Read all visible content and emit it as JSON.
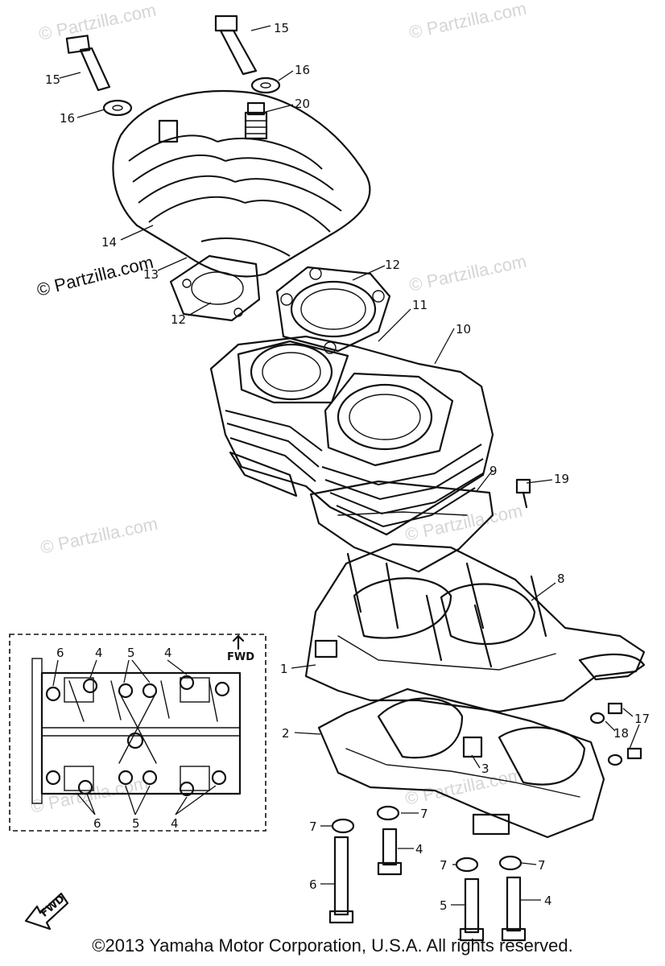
{
  "watermarks": {
    "top_left": "© Partzilla.com",
    "top_right": "© Partzilla.com",
    "mid_left": "© Partzilla.com",
    "mid_right": "© Partzilla.com",
    "lower_left": "© Partzilla.com",
    "lower_right": "© Partzilla.com",
    "bottom_left": "© Partzilla.com",
    "bottom_right": "© Partzilla.com"
  },
  "callouts": {
    "c1": "1",
    "c2": "2",
    "c3": "3",
    "c4a": "4",
    "c4b": "4",
    "c5": "5",
    "c6": "6",
    "c7a": "7",
    "c7b": "7",
    "c7c": "7",
    "c7d": "7",
    "c8": "8",
    "c9": "9",
    "c10": "10",
    "c11": "11",
    "c12a": "12",
    "c12b": "12",
    "c13": "13",
    "c14": "14",
    "c15a": "15",
    "c15b": "15",
    "c16a": "16",
    "c16b": "16",
    "c17": "17",
    "c18": "18",
    "c19": "19",
    "c20": "20"
  },
  "inset": {
    "fwd_label": "FWD",
    "top_labels": [
      "6",
      "4",
      "5",
      "4"
    ],
    "bottom_labels": [
      "6",
      "5",
      "4"
    ]
  },
  "fwd_arrow_label": "FWD",
  "copyright": "©2013  Yamaha Motor Corporation, U.S.A. All rights reserved."
}
